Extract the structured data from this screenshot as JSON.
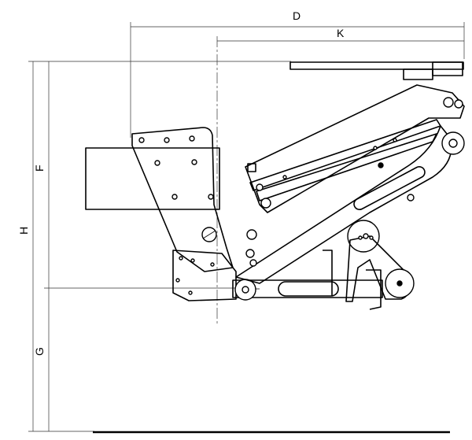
{
  "dimensions": {
    "D": "D",
    "K": "K",
    "F": "F",
    "H": "H",
    "G": "G"
  }
}
